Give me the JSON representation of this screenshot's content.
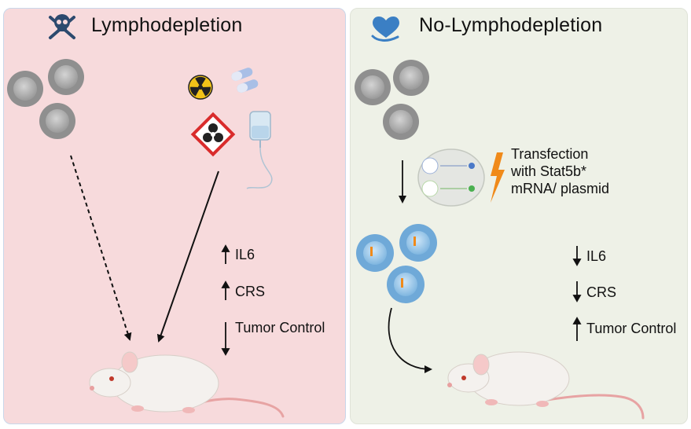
{
  "left_panel": {
    "title": "Lymphodepletion",
    "effects": [
      {
        "label": "IL6",
        "direction": "up"
      },
      {
        "label": "CRS",
        "direction": "up"
      },
      {
        "label": "Tumor Control",
        "direction": "down"
      }
    ],
    "icons": [
      "skull-crossbones-icon",
      "radiation-icon",
      "pills-icon",
      "biohazard-icon",
      "iv-bag-icon",
      "mouse-icon"
    ]
  },
  "right_panel": {
    "title": "No-Lymphodepletion",
    "transfection": [
      "Transfection",
      "with Stat5b*",
      "mRNA/ plasmid"
    ],
    "effects": [
      {
        "label": "IL6",
        "direction": "down"
      },
      {
        "label": "CRS",
        "direction": "down"
      },
      {
        "label": "Tumor Control",
        "direction": "up"
      }
    ],
    "icons": [
      "heart-hand-icon",
      "lightning-icon",
      "cell-transfection-icon",
      "mouse-icon"
    ]
  },
  "colors": {
    "left_bg": "#f7dadc",
    "right_bg": "#eef1e7",
    "cell_gray": "#9d9d9d",
    "cell_blue": "#6fa9d8",
    "lightning": "#f08a1a",
    "skull": "#2c4a6e",
    "heart": "#3b7fc4"
  }
}
